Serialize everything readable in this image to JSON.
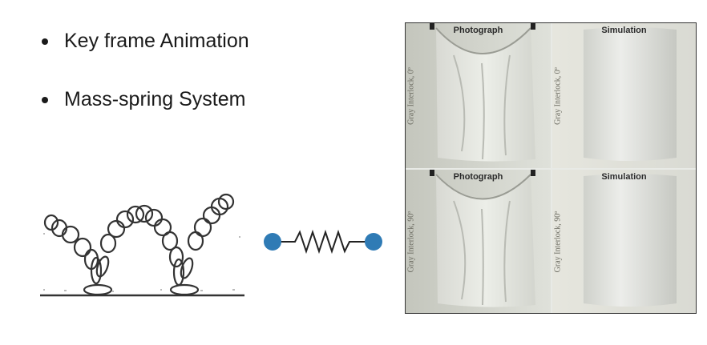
{
  "bullets": [
    {
      "text": "Key frame Animation"
    },
    {
      "text": "Mass-spring System"
    }
  ],
  "figures": {
    "bounce": {
      "icon": "bouncing-ball-keyframes-icon"
    },
    "spring": {
      "icon": "mass-spring-icon",
      "mass_color": "#2f7bb5"
    }
  },
  "cloth_panel": {
    "cells": [
      {
        "header": "Photograph",
        "side_label": "Gray Interlock, 0º"
      },
      {
        "header": "Simulation",
        "side_label": "Gray Interlock, 0º"
      },
      {
        "header": "Photograph",
        "side_label": "Gray Interlock, 90º"
      },
      {
        "header": "Simulation",
        "side_label": "Gray Interlock, 90º"
      }
    ]
  }
}
